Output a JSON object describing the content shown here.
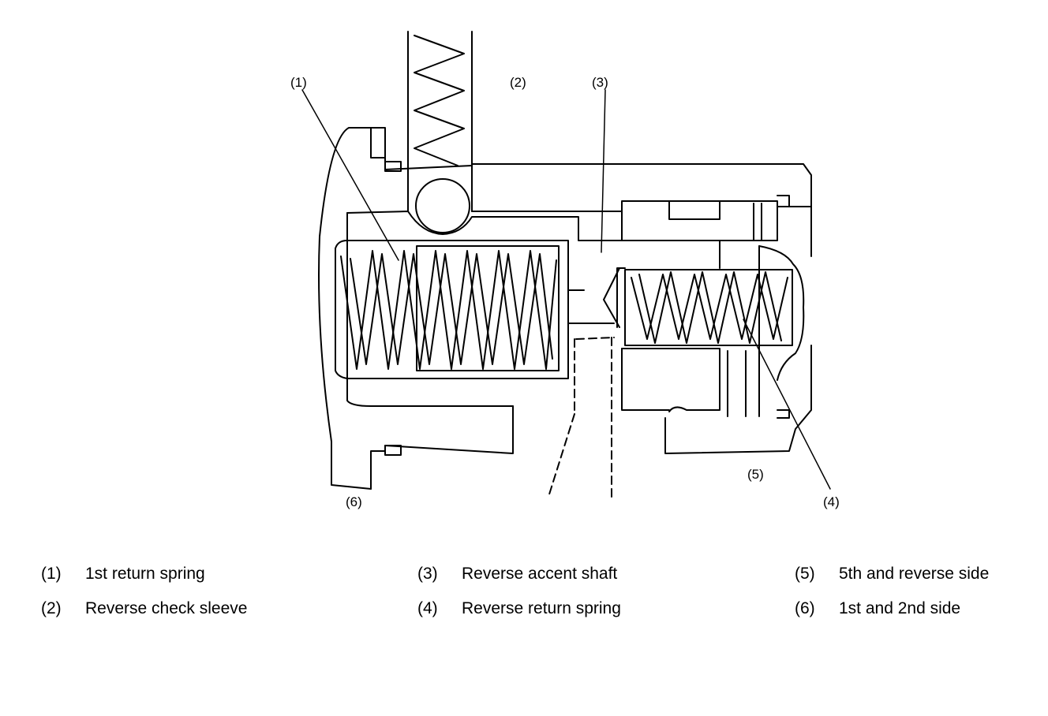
{
  "callouts": {
    "c1": "(1)",
    "c2": "(2)",
    "c3": "(3)",
    "c4": "(4)",
    "c5": "(5)",
    "c6": "(6)"
  },
  "legend": [
    {
      "number": "(1)",
      "label": "1st return spring"
    },
    {
      "number": "(2)",
      "label": "Reverse check sleeve"
    },
    {
      "number": "(3)",
      "label": "Reverse accent shaft"
    },
    {
      "number": "(4)",
      "label": "Reverse return spring"
    },
    {
      "number": "(5)",
      "label": "5th and reverse side"
    },
    {
      "number": "(6)",
      "label": "1st and 2nd side"
    }
  ]
}
